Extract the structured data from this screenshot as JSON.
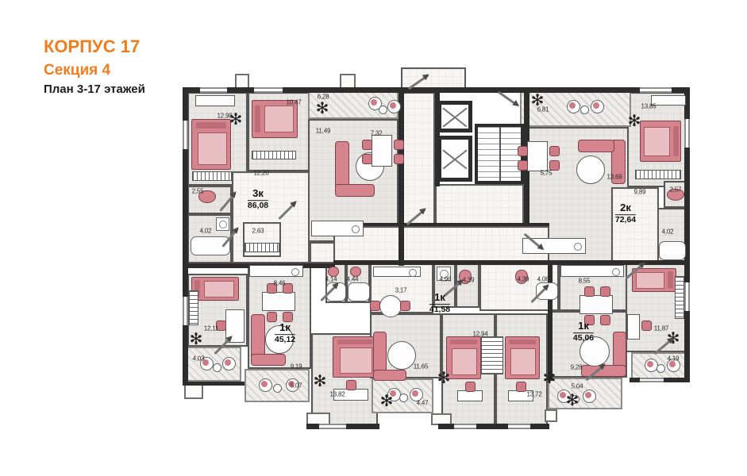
{
  "title": {
    "building": "КОРПУС 17",
    "section": "Секция 4",
    "plan": "План 3-17 этажей"
  },
  "colors": {
    "accent": "#ef7d1b",
    "wall": "#2d2d2d",
    "furniture": "#d5848d",
    "floor": "#e9e7e4"
  },
  "apartments": [
    {
      "type": "3к",
      "area": "86,08"
    },
    {
      "type": "1к",
      "area": "45,12"
    },
    {
      "type": "1к",
      "area": "41,58"
    },
    {
      "type": "1к",
      "area": "45,06"
    },
    {
      "type": "2к",
      "area": "72,64"
    }
  ],
  "room_labels": [
    "12,98",
    "10,47",
    "6,28",
    "11,49",
    "7,32",
    "12,20",
    "2,55",
    "4,02",
    "2,63",
    "12,11",
    "4,03",
    "8,46",
    "9,19",
    "5,07",
    "13,82",
    "4,14",
    "4,44",
    "3,17",
    "11,65",
    "4,47",
    "4,96",
    "4,39",
    "12,94",
    "4,39",
    "4,08",
    "8,55",
    "9,28",
    "5,04",
    "13,72",
    "6,81",
    "13,85",
    "5,75",
    "13,69",
    "9,89",
    "2,57",
    "4,02",
    "11,87",
    "4,19"
  ],
  "icons": {
    "plant": "✻"
  }
}
